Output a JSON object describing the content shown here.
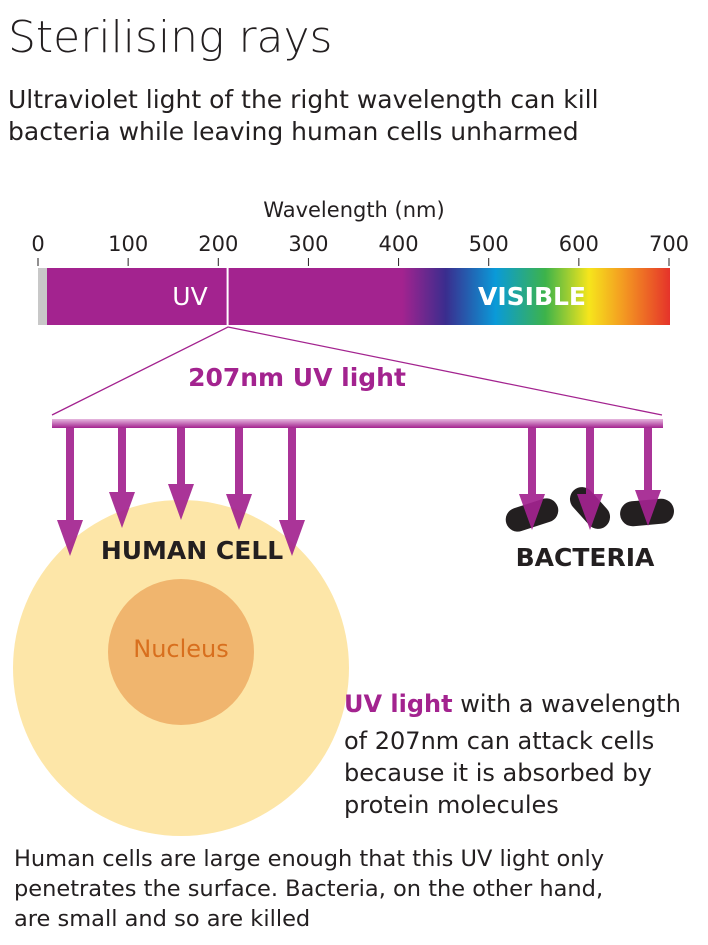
{
  "title": "Sterilising rays",
  "subtitle": [
    "Ultraviolet light of the right wavelength can kill",
    "bacteria while leaving human cells unharmed"
  ],
  "axis": {
    "label": "Wavelength (nm)",
    "ticks": [
      0,
      100,
      200,
      300,
      400,
      500,
      600,
      700
    ]
  },
  "spectrum": {
    "uv_label": "UV",
    "visible_label": "VISIBLE",
    "marker_nm": 207
  },
  "beam_label": "207nm UV light",
  "human_cell_label": "HUMAN CELL",
  "nucleus_label": "Nucleus",
  "bacteria_label": "BACTERIA",
  "explanation": {
    "highlight": "UV light",
    "lines": [
      " with a wavelength",
      "of 207nm can attack cells",
      "because it is absorbed by",
      "protein molecules"
    ]
  },
  "footer": [
    "Human cells are large enough that this UV light only",
    "penetrates the surface. Bacteria, on the other hand,",
    "are small and so are killed"
  ],
  "colors": {
    "purple": "#a3238f",
    "cell": "#fde6a8",
    "nucleus": "#f0b56e",
    "nucleus_text": "#d86f1e",
    "bacteria": "#231f20"
  }
}
